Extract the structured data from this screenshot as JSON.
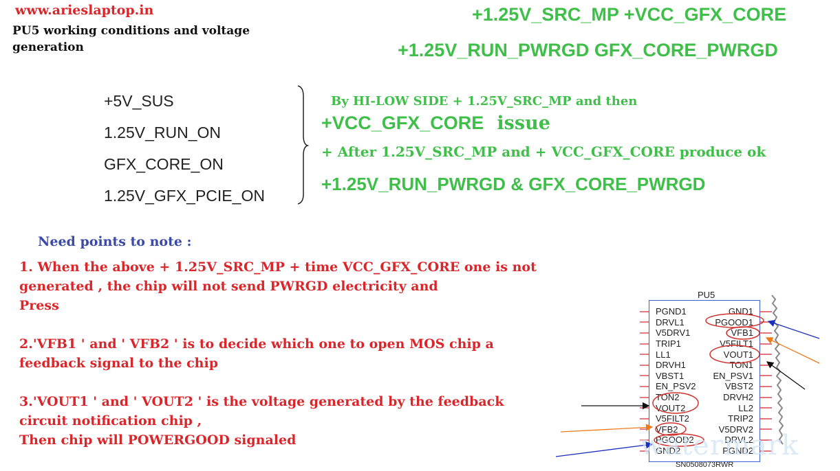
{
  "site": "www.arieslaptop.in",
  "subtitle": "PU5 working conditions and voltage generation",
  "top_signals": {
    "line1": "+1.25V_SRC_MP  +VCC_GFX_CORE",
    "line2": "+1.25V_RUN_PWRGD   GFX_CORE_PWRGD"
  },
  "inputs": [
    "+5V_SUS",
    "1.25V_RUN_ON",
    "GFX_CORE_ON",
    "1.25V_GFX_PCIE_ON"
  ],
  "flow": {
    "line1": "By HI-LOW SIDE + 1.25V_SRC_MP and then",
    "line2a": "+VCC_GFX_CORE",
    "line2b": "issue",
    "line3": "+ After 1.25V_SRC_MP and + VCC_GFX_CORE produce ok",
    "line4": "+1.25V_RUN_PWRGD & GFX_CORE_PWRGD"
  },
  "notes_heading": "Need points to note :",
  "notes": [
    {
      "l1": "1. When the above + 1.25V_SRC_MP + time VCC_GFX_CORE one is not",
      "l2": "generated , the chip will not send PWRGD electricity and",
      "l3": "Press"
    },
    {
      "l1": "2.'VFB1 ' and ' VFB2 ' is to decide which one to open MOS chip a",
      "l2": "feedback signal to the chip",
      "l3": ""
    },
    {
      "l1": "3.'VOUT1 ' and ' VOUT2 ' is the voltage generated by the feedback",
      "l2": "circuit notification chip ,",
      "l3": "Then chip will POWERGOOD signaled"
    }
  ],
  "chip": {
    "title": "PU5",
    "left_pins": [
      "PGND1",
      "DRVL1",
      "V5DRV1",
      "TRIP1",
      "LL1",
      "DRVH1",
      "VBST1",
      "EN_PSV2",
      "TON2",
      "VOUT2",
      "V5FILT2",
      "VFB2",
      "PGOOD2",
      "GND2"
    ],
    "right_pins": [
      "GND1",
      "PGOOD1",
      "VFB1",
      "V5FILT1",
      "VOUT1",
      "TON1",
      "EN_PSV1",
      "VBST2",
      "DRVH2",
      "LL2",
      "TRIP2",
      "V5DRV2",
      "DRVL2",
      "PGND2"
    ],
    "part": "SN0508073RWR"
  },
  "watermark": "watermark",
  "colors": {
    "red": "#d9262b",
    "green": "#3fbf4a",
    "blue": "#3b4aa8",
    "chip_border": "#3a5fd0",
    "annotation": "#d0312d"
  }
}
